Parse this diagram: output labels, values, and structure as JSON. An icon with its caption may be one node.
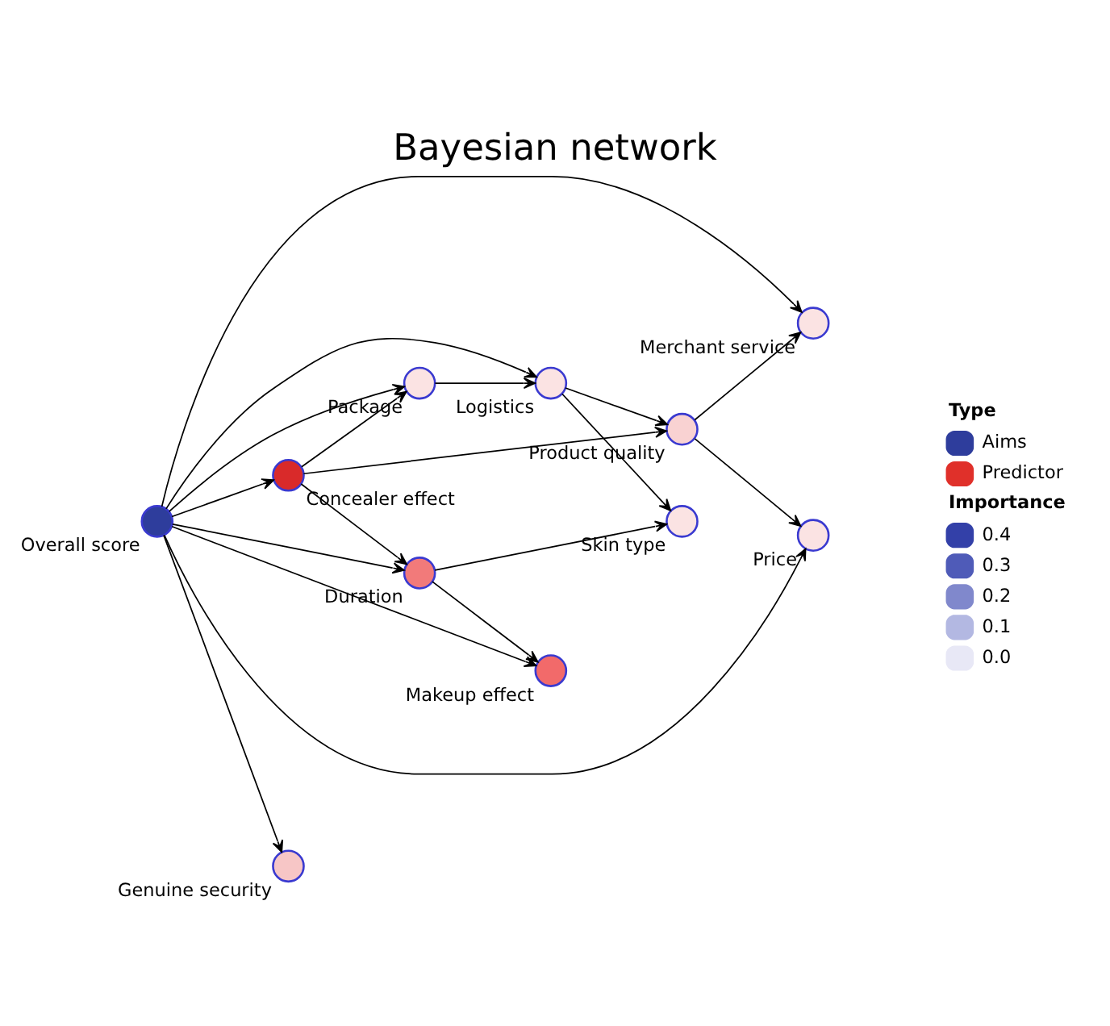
{
  "diagram": {
    "title": "Bayesian network",
    "nodes": [
      {
        "text": [
          "Skin type"
        ]
      },
      {
        "text": [
          "Duration"
        ]
      },
      {
        "text": [
          "Merchant service"
        ]
      },
      {
        "text": [
          "Makeup effect"
        ]
      },
      {
        "text": [
          "Overall score"
        ]
      },
      {
        "text": [
          "Concealer effect"
        ]
      },
      {
        "text": [
          "Product quality"
        ]
      },
      {
        "text": [
          "Package"
        ]
      },
      {
        "text": [
          "Price"
        ]
      },
      {
        "text": [
          "Logistics"
        ]
      },
      {
        "text": [
          "Genuine security"
        ]
      }
    ],
    "edges": [
      {
        "from": 4,
        "to": 1,
        "arrow": "to"
      },
      {
        "from": 4,
        "to": 3,
        "arrow": "to"
      },
      {
        "from": 4,
        "to": 2,
        "arrow": "to"
      },
      {
        "from": 4,
        "to": 5,
        "arrow": "to"
      },
      {
        "from": 4,
        "to": 8,
        "arrow": "to"
      },
      {
        "from": 4,
        "to": 7,
        "arrow": "to"
      },
      {
        "from": 4,
        "to": 9,
        "arrow": "to"
      },
      {
        "from": 4,
        "to": 10,
        "arrow": "to"
      },
      {
        "from": 5,
        "to": 1,
        "arrow": "to"
      },
      {
        "from": 5,
        "to": 6,
        "arrow": "to"
      },
      {
        "from": 5,
        "to": 7,
        "arrow": "to"
      },
      {
        "from": 1,
        "to": 0,
        "arrow": "to"
      },
      {
        "from": 1,
        "to": 3,
        "arrow": "to"
      },
      {
        "from": 7,
        "to": 9,
        "arrow": "to"
      },
      {
        "from": 9,
        "to": 0,
        "arrow": "to"
      },
      {
        "from": 9,
        "to": 6,
        "arrow": "to"
      },
      {
        "from": 6,
        "to": 2,
        "arrow": "to"
      },
      {
        "from": 6,
        "to": 8,
        "arrow": "to"
      }
    ],
    "labels": [
      "Type",
      "Importance"
    ],
    "legend": [
      {
        "text": "Aims",
        "color": "#2e3d9c"
      },
      {
        "text": "Predictor",
        "color": "#e0302a"
      },
      {
        "text": "0.4",
        "color": "#3340a8"
      },
      {
        "text": "0.3",
        "color": "#4f5bb8"
      },
      {
        "text": "0.2",
        "color": "#8088cc"
      },
      {
        "text": "0.1",
        "color": "#b3b8e2"
      },
      {
        "text": "0.0",
        "color": "#e8e8f6"
      }
    ]
  }
}
